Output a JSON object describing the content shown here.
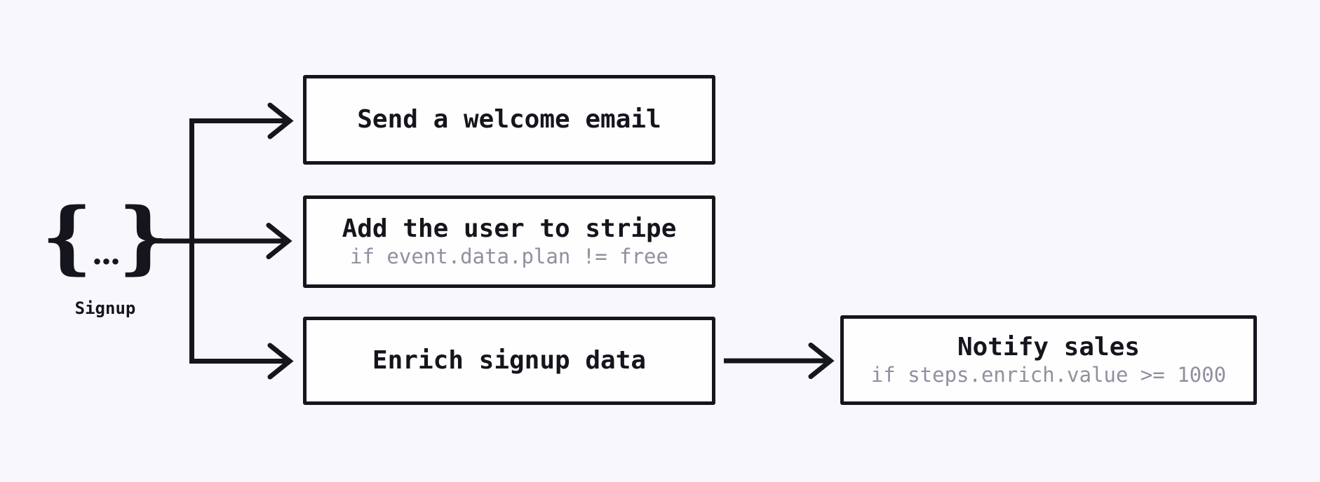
{
  "colors": {
    "background": "#f8f8fc",
    "ink": "#15151d",
    "box_background": "#fefeff",
    "condition_muted": "#90909f"
  },
  "trigger": {
    "symbol": "{...}",
    "brace_left": "{",
    "dots": "...",
    "brace_right": "}",
    "label": "Signup"
  },
  "steps": [
    {
      "id": "welcome-email",
      "title": "Send a welcome email",
      "condition": ""
    },
    {
      "id": "add-to-stripe",
      "title": "Add the user to stripe",
      "condition": "if event.data.plan != free"
    },
    {
      "id": "enrich-signup",
      "title": "Enrich signup data",
      "condition": ""
    },
    {
      "id": "notify-sales",
      "title": "Notify sales",
      "condition": "if steps.enrich.value >= 1000"
    }
  ]
}
